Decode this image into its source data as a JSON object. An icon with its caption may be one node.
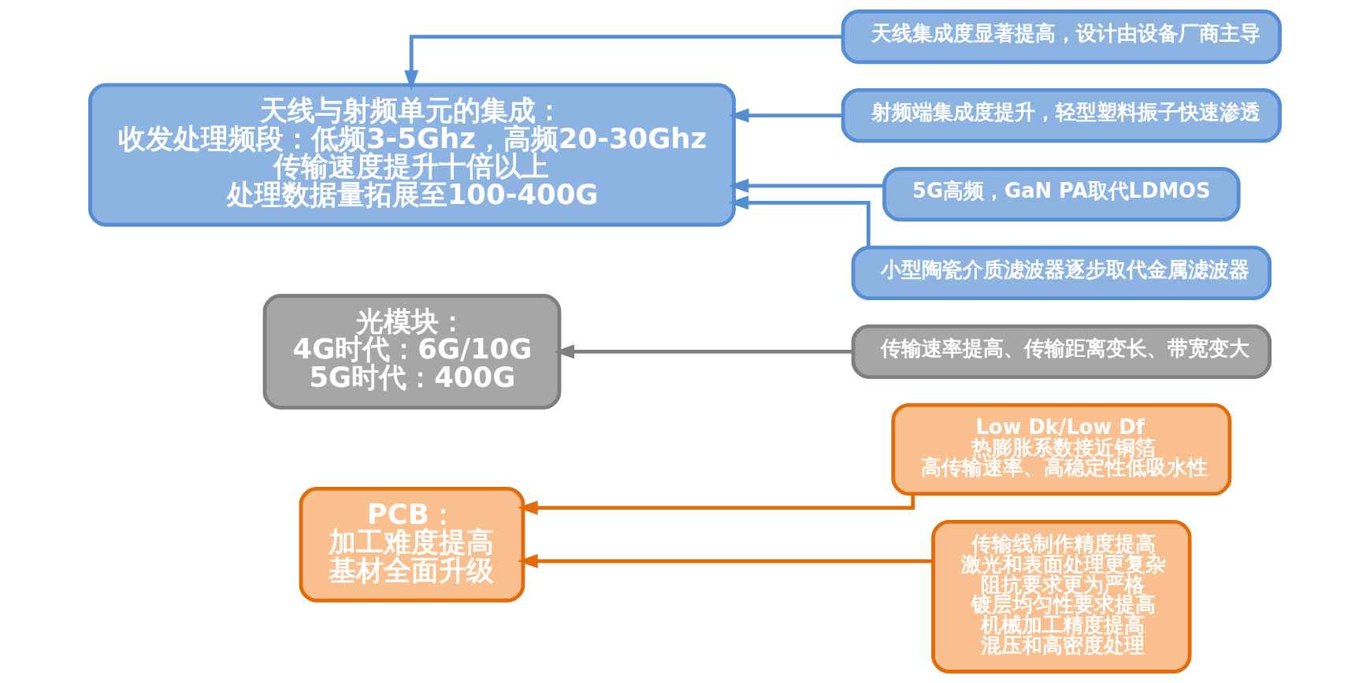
{
  "diagram": {
    "nodes": [
      {
        "text": [
          "PCB：",
          "加工难度提高",
          "基材全面升级"
        ]
      },
      {
        "text": [
          "Low Dk/Low Df",
          "热膨胀系数接近铜箔",
          "高传输速率、高稳定性低吸水性"
        ]
      },
      {
        "text": [
          "传输线制作精度提高",
          "激光和表面处理更复杂",
          "阻抗要求更为严格",
          "镀层均匀性要求提高",
          "机械加工精度提高",
          "混压和高密度处理"
        ]
      },
      {
        "text": [
          "光模块：",
          "4G时代：6G/10G",
          "5G时代：400G"
        ]
      },
      {
        "text": [
          "传输速率提高、传输距离变长、带宽变大"
        ]
      },
      {
        "text": [
          "天线与射频单元的集成：",
          "收发处理频段：低频3-5Ghz，高频20-30Ghz",
          "传输速度提升十倍以上",
          "处理数据量拓展至100-400G"
        ]
      },
      {
        "text": [
          "天线集成度显著提高，设计由设备厂商主导"
        ]
      },
      {
        "text": [
          "射频端集成度提升，轻型塑料振子快速渗透"
        ]
      },
      {
        "text": [
          "5G高频，GaN PA取代LDMOS"
        ]
      },
      {
        "text": [
          "小型陶瓷介质滤波器逐步取代金属滤波器"
        ]
      }
    ],
    "edges": [
      {
        "from": 1,
        "to": 0,
        "arrow": "to",
        "color": "#e36c0a"
      },
      {
        "from": 2,
        "to": 0,
        "arrow": "to",
        "color": "#e36c0a"
      },
      {
        "from": 4,
        "to": 3,
        "arrow": "to",
        "color": "#7f7f7f"
      },
      {
        "from": 6,
        "to": 5,
        "arrow": "to"
      },
      {
        "from": 7,
        "to": 5,
        "arrow": "to"
      },
      {
        "from": 8,
        "to": 5,
        "arrow": "to"
      },
      {
        "from": 9,
        "to": 5,
        "arrow": "to"
      }
    ]
  }
}
